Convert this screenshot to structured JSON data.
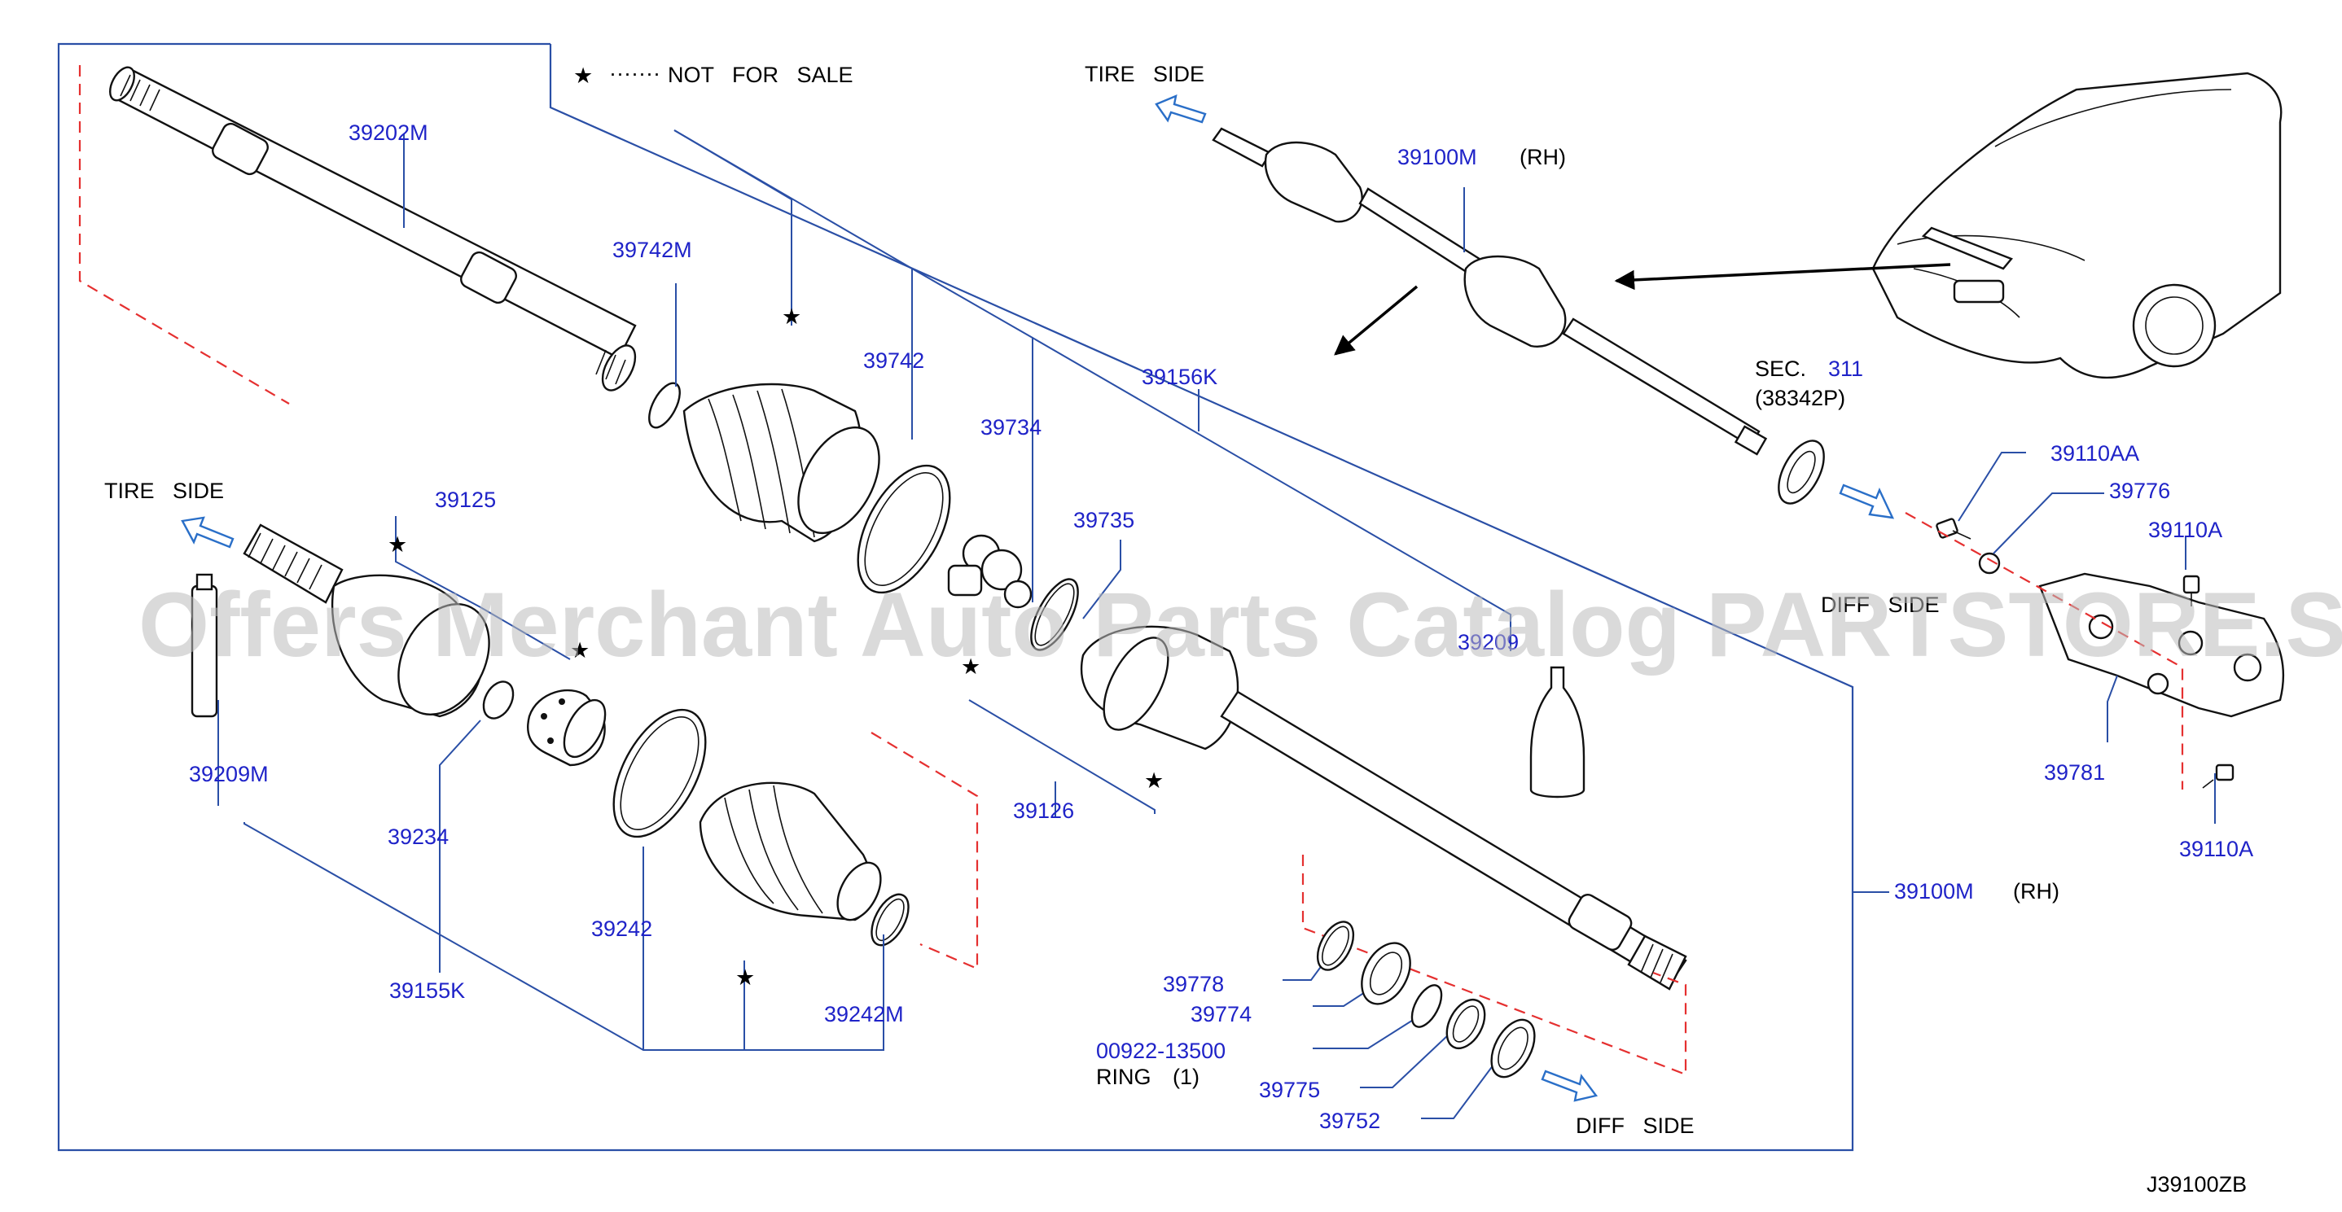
{
  "legend": {
    "star": "★",
    "dots": "·······",
    "text": "NOT   FOR   SALE"
  },
  "diagram_code": "J39100ZB",
  "watermark": "Offers Merchant Auto Parts Catalog PARTSTORE.SA",
  "directions": {
    "tire_side_top": "TIRE   SIDE",
    "tire_side_left": "TIRE   SIDE",
    "diff_side_right": "DIFF   SIDE",
    "diff_side_bottom": "DIFF   SIDE"
  },
  "section_ref": {
    "prefix": "SEC.",
    "number": "311",
    "sub": "(38342P)"
  },
  "ring_note": {
    "label": "RING",
    "qty": "(1)"
  },
  "callouts": {
    "p39202M": "39202M",
    "p39742M": "39742M",
    "p39742": "39742",
    "p39734": "39734",
    "p39156K": "39156K",
    "p39735": "39735",
    "p39209_right": "39209",
    "p39125": "39125",
    "p39209M": "39209M",
    "p39234": "39234",
    "p39155K": "39155K",
    "p39242": "39242",
    "p39242M": "39242M",
    "p39126": "39126",
    "p39100M_top": "39100M",
    "rh_top": "(RH)",
    "p39100M_right": "39100M",
    "rh_right": "(RH)",
    "p39110AA": "39110AA",
    "p39776": "39776",
    "p39110A_a": "39110A",
    "p39781": "39781",
    "p39110A_b": "39110A",
    "p39778": "39778",
    "p39774": "39774",
    "p00922": "00922-13500",
    "p39775": "39775",
    "p39752": "39752"
  }
}
